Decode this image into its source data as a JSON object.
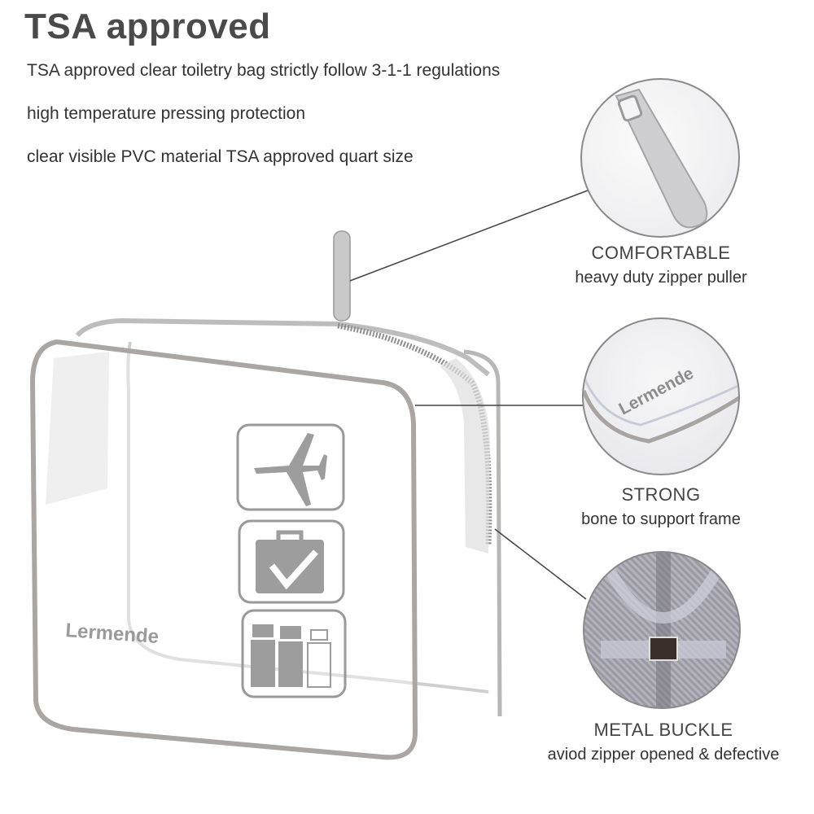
{
  "header": {
    "title": "TSA approved",
    "features": [
      "TSA approved clear toiletry bag strictly follow 3-1-1 regulations",
      "high temperature pressing protection",
      "clear visible PVC material TSA approved quart size"
    ]
  },
  "product": {
    "brand": "Lermende",
    "icons": [
      "airplane-icon",
      "briefcase-check-icon",
      "bottles-icon"
    ],
    "trim_color": "#a9a6a3"
  },
  "callouts": [
    {
      "heading": "COMFORTABLE",
      "subtext": "heavy duty zipper puller",
      "detail_icon": "zipper-puller"
    },
    {
      "heading": "STRONG",
      "subtext": "bone to support frame",
      "detail_icon": "frame-corner",
      "brand": "Lermende"
    },
    {
      "heading": "METAL BUCKLE",
      "subtext": "aviod zipper opened & defective",
      "detail_icon": "zipper-buckle"
    }
  ]
}
